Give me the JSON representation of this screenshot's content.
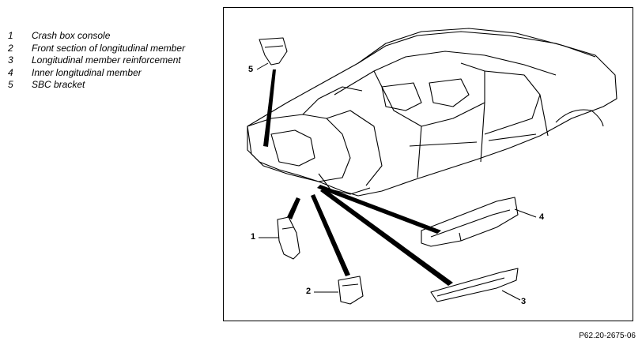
{
  "legend": {
    "items": [
      {
        "num": "1",
        "label": "Crash box console"
      },
      {
        "num": "2",
        "label": "Front section of longitudinal member"
      },
      {
        "num": "3",
        "label": "Longitudinal member reinforcement"
      },
      {
        "num": "4",
        "label": "Inner longitudinal member"
      },
      {
        "num": "5",
        "label": "SBC bracket"
      }
    ]
  },
  "diagram": {
    "callouts": {
      "c1": "1",
      "c2": "2",
      "c3": "3",
      "c4": "4",
      "c5": "5"
    }
  },
  "figure_code": "P62.20-2675-06"
}
